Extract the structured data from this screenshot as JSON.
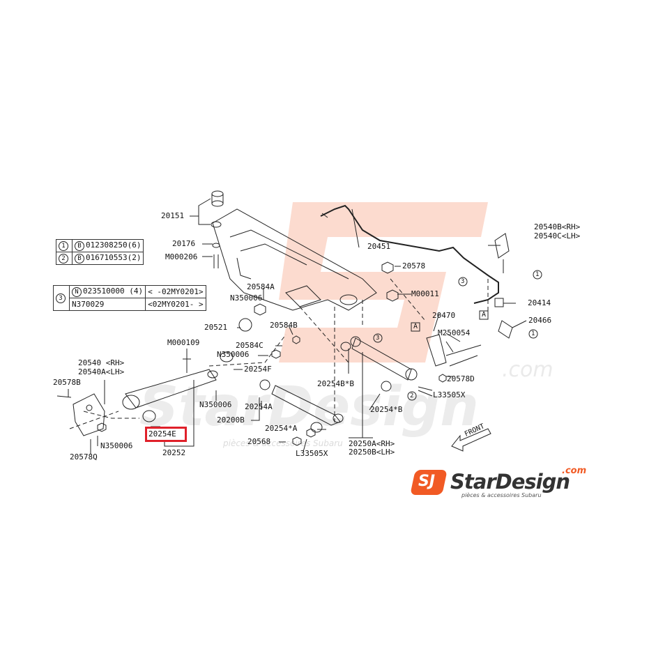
{
  "diagram": {
    "highlighted_part": "20254E",
    "front_label": "FRONT",
    "colors": {
      "line": "#222222",
      "highlight": "#e0202a",
      "watermark": "#f7c9b8",
      "brand_orange": "#f15a24"
    },
    "parts": [
      {
        "id": "p20151",
        "text": "20151"
      },
      {
        "id": "p20176",
        "text": "20176"
      },
      {
        "id": "pM000206",
        "text": "M000206"
      },
      {
        "id": "p20451",
        "text": "20451"
      },
      {
        "id": "p20578",
        "text": "20578"
      },
      {
        "id": "pM00011",
        "text": "M00011"
      },
      {
        "id": "p20584A",
        "text": "20584A"
      },
      {
        "id": "pN350006a",
        "text": "N350006"
      },
      {
        "id": "p20521",
        "text": "20521"
      },
      {
        "id": "p20584B",
        "text": "20584B"
      },
      {
        "id": "p20584C",
        "text": "20584C"
      },
      {
        "id": "pN350006b",
        "text": "N350006"
      },
      {
        "id": "p20254F",
        "text": "20254F"
      },
      {
        "id": "pM000109",
        "text": "M000109"
      },
      {
        "id": "p20540RH",
        "text": "20540 <RH>"
      },
      {
        "id": "p20540ALH",
        "text": "20540A<LH>"
      },
      {
        "id": "p20578B",
        "text": "20578B"
      },
      {
        "id": "pN350006c",
        "text": "N350006"
      },
      {
        "id": "pN350006d",
        "text": "N350006"
      },
      {
        "id": "p20578Q",
        "text": "20578Q"
      },
      {
        "id": "p20254E",
        "text": "20254E"
      },
      {
        "id": "p20252",
        "text": "20252"
      },
      {
        "id": "p20254A",
        "text": "20254A"
      },
      {
        "id": "p20200B",
        "text": "20200B"
      },
      {
        "id": "p20254starA",
        "text": "20254*A"
      },
      {
        "id": "p20568",
        "text": "20568"
      },
      {
        "id": "pL33505Xa",
        "text": "L33505X"
      },
      {
        "id": "p20254BstarB",
        "text": "20254B*B"
      },
      {
        "id": "p20254starB",
        "text": "20254*B"
      },
      {
        "id": "p20250ARH",
        "text": "20250A<RH>"
      },
      {
        "id": "p20250BLH",
        "text": "20250B<LH>"
      },
      {
        "id": "p20540BRH",
        "text": "20540B<RH>"
      },
      {
        "id": "p20540CLH",
        "text": "20540C<LH>"
      },
      {
        "id": "p20414",
        "text": "20414"
      },
      {
        "id": "p20466",
        "text": "20466"
      },
      {
        "id": "p20470",
        "text": "20470"
      },
      {
        "id": "pM250054",
        "text": "M250054"
      },
      {
        "id": "p20578D",
        "text": "20578D"
      },
      {
        "id": "pL33505Xb",
        "text": "L33505X"
      }
    ],
    "callouts": {
      "circle1": "1",
      "circle2": "2",
      "circle3": "3",
      "box_a": "A"
    },
    "key_table_1": [
      {
        "num": "1",
        "code": "B",
        "part": "012308250(6)"
      },
      {
        "num": "2",
        "code": "B",
        "part": "016710553(2)"
      }
    ],
    "key_table_3": {
      "num": "3",
      "rows": [
        {
          "code": "N",
          "part": "023510000 (4)",
          "range": "<       -02MY0201>"
        },
        {
          "code": "",
          "part": "N370029",
          "range": "<02MY0201-       >"
        }
      ]
    }
  },
  "branding": {
    "logo_mark": "SJ",
    "logo_name": "StarDesign",
    "logo_tld": ".com",
    "logo_tagline": "pièces & accessoires Subaru",
    "watermark_text": "StarDesign",
    "watermark_tld": ".com",
    "watermark_tagline": "pièces & accessoires Subaru"
  }
}
